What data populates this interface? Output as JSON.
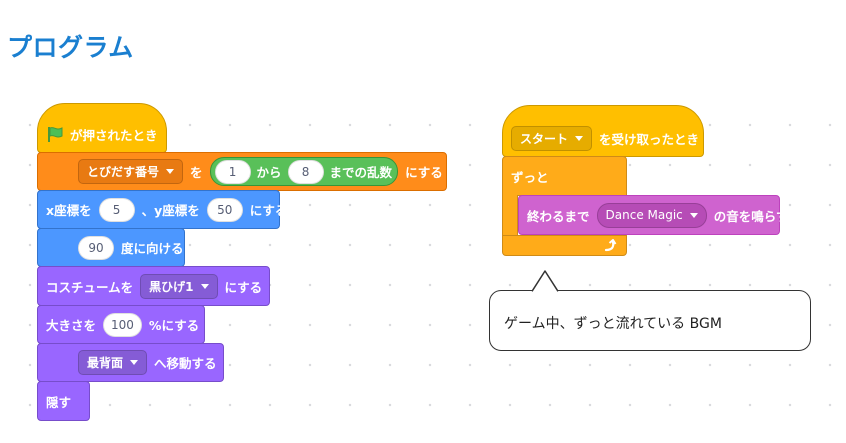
{
  "page_title": "プログラム",
  "colors": {
    "title": "#1a7fd0",
    "events": "#ffbf00",
    "control": "#ffab19",
    "variables": "#ff8c1a",
    "motion": "#4c97ff",
    "looks": "#9966ff",
    "sound": "#cf63cf",
    "operators": "#59c059",
    "flag": "#4cbf56"
  },
  "script1": {
    "when_flag_text": "が押されたとき",
    "set_var": {
      "variable": "とびだす番号",
      "to": "を",
      "suffix": "にする"
    },
    "random": {
      "from": "1",
      "from_label": "から",
      "to": "8",
      "to_label": "までの乱数"
    },
    "goto": {
      "x_label": "x座標を",
      "x": "5",
      "y_label": "、y座標を",
      "y": "50",
      "suffix": "にする"
    },
    "point": {
      "dir": "90",
      "label": "度に向ける"
    },
    "costume": {
      "label": "コスチュームを",
      "value": "黒ひげ1",
      "suffix": "にする"
    },
    "size": {
      "label": "大きさを",
      "value": "100",
      "suffix": "%にする"
    },
    "layer": {
      "value": "最背面",
      "suffix": "へ移動する"
    },
    "hide": "隠す"
  },
  "script2": {
    "broadcast": {
      "message": "スタート",
      "label": "を受け取ったとき"
    },
    "forever": "ずっと",
    "play_sound": {
      "label": "終わるまで",
      "sound": "Dance Magic",
      "suffix": "の音を鳴らす"
    }
  },
  "callout": "ゲーム中、ずっと流れている BGM"
}
